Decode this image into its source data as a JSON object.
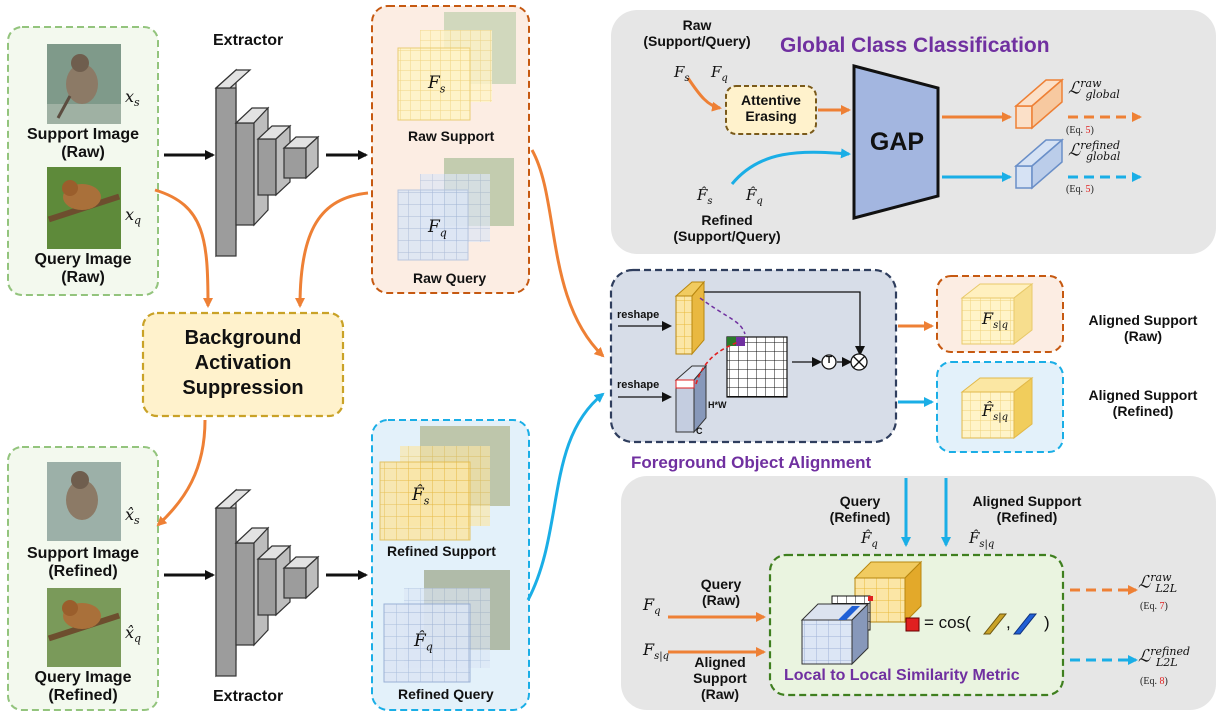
{
  "colors": {
    "orange": "#EE8035",
    "blue": "#1AAEE6",
    "green_dashed": "#93C47D",
    "brown_dashed": "#C65911",
    "navy_dashed": "#2F3E5E",
    "purple": "#7030A0",
    "gray_panel": "#E6E6E6",
    "bas_fill": "#FFF2CC",
    "bas_border": "#C9A227"
  },
  "labels": {
    "extractor_top": "Extractor",
    "extractor_bottom": "Extractor",
    "support_image_raw": "Support Image\n(Raw)",
    "query_image_raw": "Query Image\n(Raw)",
    "support_image_refined": "Support Image\n(Refined)",
    "query_image_refined": "Query Image\n(Refined)",
    "x_s": "x",
    "x_s_sub": "s",
    "x_q": "x",
    "x_q_sub": "q",
    "xhat_s": "x̂",
    "xhat_q": "x̂",
    "raw_support": "Raw Support",
    "raw_query": "Raw Query",
    "refined_support": "Refined Support",
    "refined_query": "Refined Query",
    "F_s": "F",
    "F_q": "F",
    "Fhat_s": "F̂",
    "Fhat_q": "F̂",
    "bas": "Background\nActivation\nSuppression",
    "global_title": "Global Class Classification",
    "raw_sq": "Raw\n(Support/Query)",
    "refined_sq": "Refined\n(Support/Query)",
    "attentive_erasing": "Attentive\nErasing",
    "gap": "GAP",
    "loss_global_raw": "raw",
    "loss_global_refined": "refined",
    "loss_global_sub": "global",
    "eq5": "(Eq. ",
    "eq5_num": "5",
    "eq_close": ")",
    "foa_title": "Foreground Object Alignment",
    "reshape_1": "reshape",
    "reshape_2": "reshape",
    "hw": "H*W",
    "c": "C",
    "t_symbol": "T",
    "aligned_support_raw": "Aligned Support\n(Raw)",
    "aligned_support_refined": "Aligned Support\n(Refined)",
    "query_refined": "Query\n(Refined)",
    "aligned_support_refined_2": "Aligned Support\n(Refined)",
    "query_raw": "Query\n(Raw)",
    "aligned_support_raw_2": "Aligned\nSupport\n(Raw)",
    "l2l_title": "Local to Local Similarity Metric",
    "cos_text": "= cos(",
    "cos_comma": ",",
    "cos_close": ")",
    "loss_l2l_raw": "raw",
    "loss_l2l_refined": "refined",
    "loss_l2l_sub": "L2L",
    "eq7_num": "7",
    "eq8_num": "8",
    "sub_s": "s",
    "sub_q": "q",
    "sub_sq": "s|q"
  }
}
